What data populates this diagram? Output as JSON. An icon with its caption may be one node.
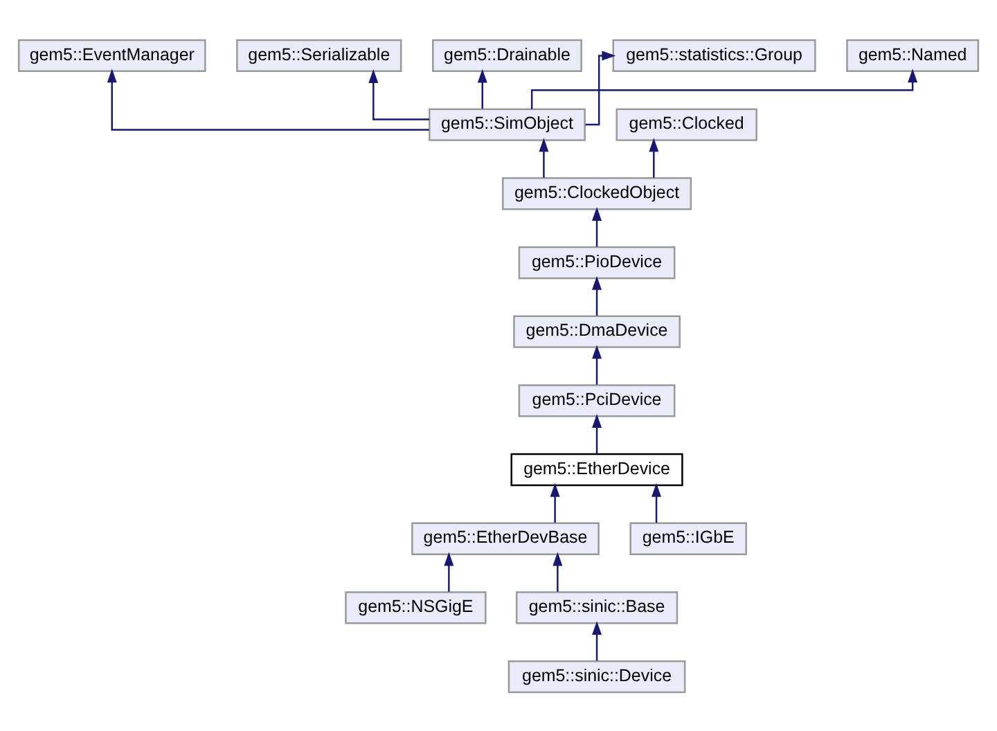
{
  "diagram": {
    "nodes": [
      {
        "text": [
          "gem5::EventManager"
        ]
      },
      {
        "text": [
          "gem5::Serializable"
        ]
      },
      {
        "text": [
          "gem5::Drainable"
        ]
      },
      {
        "text": [
          "gem5::statistics::Group"
        ]
      },
      {
        "text": [
          "gem5::Named"
        ]
      },
      {
        "text": [
          "gem5::SimObject"
        ]
      },
      {
        "text": [
          "gem5::Clocked"
        ]
      },
      {
        "text": [
          "gem5::ClockedObject"
        ]
      },
      {
        "text": [
          "gem5::PioDevice"
        ]
      },
      {
        "text": [
          "gem5::DmaDevice"
        ]
      },
      {
        "text": [
          "gem5::PciDevice"
        ]
      },
      {
        "text": [
          "gem5::EtherDevice"
        ]
      },
      {
        "text": [
          "gem5::EtherDevBase"
        ]
      },
      {
        "text": [
          "gem5::IGbE"
        ]
      },
      {
        "text": [
          "gem5::NSGigE"
        ]
      },
      {
        "text": [
          "gem5::sinic::Base"
        ]
      },
      {
        "text": [
          "gem5::sinic::Device"
        ]
      }
    ],
    "edges": [
      {
        "from": 5,
        "to": 0,
        "arrow": "to"
      },
      {
        "from": 5,
        "to": 1,
        "arrow": "to"
      },
      {
        "from": 5,
        "to": 2,
        "arrow": "to"
      },
      {
        "from": 5,
        "to": 3,
        "arrow": "to"
      },
      {
        "from": 5,
        "to": 4,
        "arrow": "to"
      },
      {
        "from": 7,
        "to": 5,
        "arrow": "to"
      },
      {
        "from": 7,
        "to": 6,
        "arrow": "to"
      },
      {
        "from": 8,
        "to": 7,
        "arrow": "to"
      },
      {
        "from": 9,
        "to": 8,
        "arrow": "to"
      },
      {
        "from": 10,
        "to": 9,
        "arrow": "to"
      },
      {
        "from": 11,
        "to": 10,
        "arrow": "to"
      },
      {
        "from": 12,
        "to": 11,
        "arrow": "to"
      },
      {
        "from": 13,
        "to": 11,
        "arrow": "to"
      },
      {
        "from": 14,
        "to": 12,
        "arrow": "to"
      },
      {
        "from": 15,
        "to": 12,
        "arrow": "to"
      },
      {
        "from": 16,
        "to": 15,
        "arrow": "to"
      }
    ]
  }
}
